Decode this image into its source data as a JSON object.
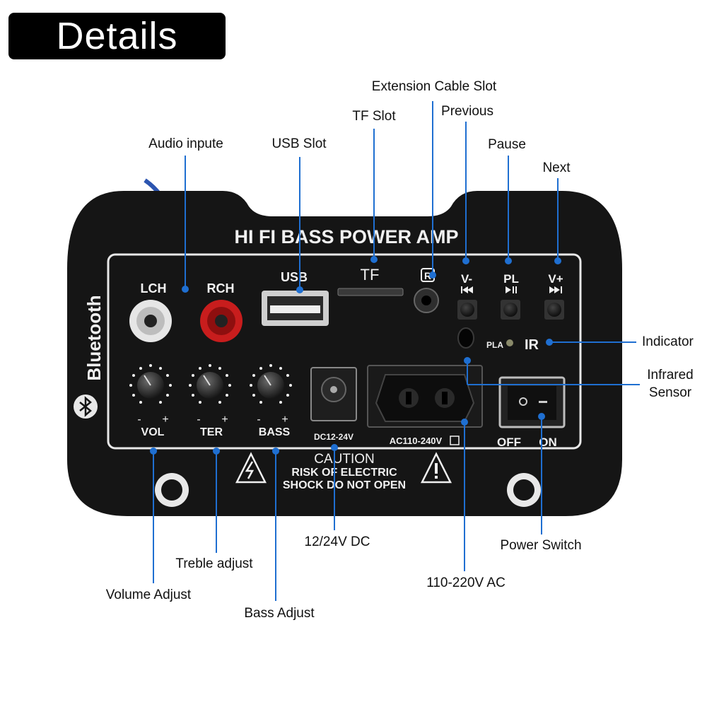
{
  "title": "Details",
  "panel": {
    "brand": "HI FI BASS POWER AMP",
    "bluetooth": "Bluetooth",
    "lch": "LCH",
    "rch": "RCH",
    "usb": "USB",
    "tf": "TF",
    "r_mark": "R",
    "vminus": "V-",
    "pl": "PL",
    "vplus": "V+",
    "pla": "PLA",
    "ir": "IR",
    "vol": "VOL",
    "ter": "TER",
    "bass": "BASS",
    "minus": "-",
    "plus": "+",
    "dc": "DC12-24V",
    "ac": "AC110-240V",
    "off": "OFF",
    "on": "ON",
    "caution1": "CAUTION",
    "caution2": "RISK OF ELECTRIC",
    "caution3": "SHOCK DO NOT OPEN"
  },
  "callouts": {
    "audio_input": "Audio inpute",
    "usb_slot": "USB Slot",
    "tf_slot": "TF Slot",
    "extension_slot": "Extension Cable Slot",
    "previous": "Previous",
    "pause": "Pause",
    "next": "Next",
    "indicator": "Indicator",
    "infrared_1": "Infrared",
    "infrared_2": "Sensor",
    "volume": "Volume Adjust",
    "treble": "Treble adjust",
    "bass": "Bass Adjust",
    "dc": "12/24V DC",
    "ac": "110-220V AC",
    "power": "Power Switch"
  },
  "colors": {
    "leader": "#1f6fd1",
    "panel": "#151515",
    "panel_border": "#e8e8e8",
    "rca_white": "#e6e6e6",
    "rca_red": "#c81d1d"
  }
}
